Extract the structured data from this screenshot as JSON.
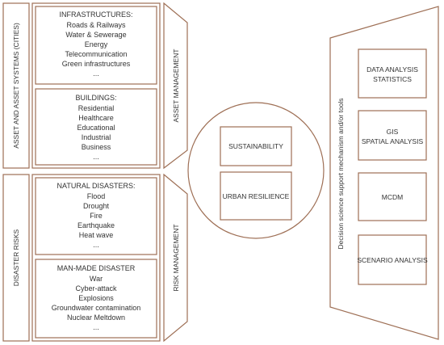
{
  "left_top": {
    "vertical_label": "ASSET AND ASSET SYSTEMS (CITIES)",
    "infrastructures": {
      "title": "INFRASTRUCTURES:",
      "items": [
        "Roads & Railways",
        "Water & Sewerage",
        "Energy",
        "Telecommunication",
        "Green infrastructures",
        "..."
      ]
    },
    "buildings": {
      "title": "BUILDINGS:",
      "items": [
        "Residential",
        "Healthcare",
        "Educational",
        "Industrial",
        "Business",
        "..."
      ]
    },
    "management_label": "ASSET MANAGEMENT"
  },
  "left_bottom": {
    "vertical_label": "DISASTER RISKS",
    "natural": {
      "title": "NATURAL DISASTERS:",
      "items": [
        "Flood",
        "Drought",
        "Fire",
        "Earthquake",
        "Heat wave",
        "..."
      ]
    },
    "manmade": {
      "title": "MAN-MADE DISASTER",
      "items": [
        "War",
        "Cyber-attack",
        "Explosions",
        "Groundwater contamination",
        "Nuclear Meltdown",
        "..."
      ]
    },
    "management_label": "RISK MANAGEMENT"
  },
  "center": {
    "boxes": [
      "SUSTAINABILITY",
      "URBAN RESILIENCE"
    ]
  },
  "right": {
    "vertical_label": "Decision science support mechanism and/or tools",
    "boxes": [
      [
        "DATA ANALYSIS",
        "STATISTICS"
      ],
      [
        "GIS",
        "SPATIAL ANALYSIS"
      ],
      [
        "MCDM"
      ],
      [
        "SCENARIO ANALYSIS"
      ]
    ]
  },
  "colors": {
    "stroke": "#9e6f55",
    "text": "#333333"
  }
}
